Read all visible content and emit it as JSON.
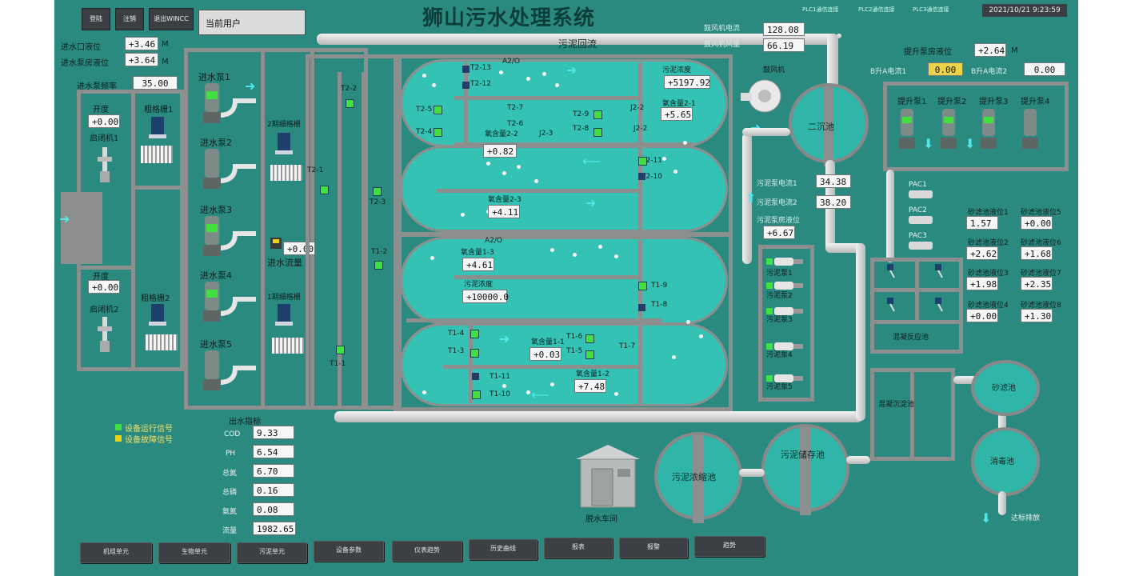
{
  "header": {
    "title": "狮山污水处理系统",
    "btn_login": "登陆",
    "btn_logout": "注销",
    "btn_exit": "退出WINCC",
    "user_label": "当前用户",
    "user_value": "",
    "plc1": "PLC1通信连接",
    "plc2": "PLC2通信连接",
    "plc3": "PLC3通信连接",
    "datetime": "2021/10/21 9:23:59"
  },
  "inlet": {
    "in_level_label": "进水口液位",
    "in_level": "+3.46",
    "pump_room_label": "进水泵房液位",
    "pump_room": "+3.64",
    "unit": "M",
    "freq_label": "进水泵频率",
    "freq": "35.00"
  },
  "gates": {
    "g1_state": "开度",
    "g1_value": "+0.00",
    "g1_name": "启闭机1",
    "g2_state": "开度",
    "g2_value": "+0.00",
    "g2_name": "启闭机2",
    "grid1": "粗格栅1",
    "grid2": "粗格栅2"
  },
  "pumps": {
    "p1": "进水泵1",
    "p2": "进水泵2",
    "p3": "进水泵3",
    "p4": "进水泵4",
    "p5": "进水泵5",
    "fine2": "2期细格栅",
    "fine1": "1期细格栅",
    "flow_value": "+0.00",
    "flow_label": "进水流量"
  },
  "bio": {
    "return_sludge": "污泥回流",
    "a2o_top": "A2/O",
    "a2o_mid": "A2/O",
    "t2_13": "T2-13",
    "t2_12": "T2-12",
    "t2_5": "T2-5",
    "t2_4": "T2-4",
    "t2_7": "T2-7",
    "t2_6": "T2-6",
    "t2_9": "T2-9",
    "t2_8": "T2-8",
    "t2_2": "T2-2",
    "t2_1": "T2-1",
    "t2_3": "T2-3",
    "t2_11": "T2-11",
    "t2_10": "T2-10",
    "j2_2": "J2-2",
    "j2_3": "J2-3",
    "sludge_conc2_label": "污泥浓度",
    "sludge_conc2": "+5197.92",
    "o2_21_label": "氧含量2-1",
    "o2_21": "+5.65",
    "o2_22_label": "氧含量2-2",
    "o2_22": "+0.82",
    "o2_23_label": "氧含量2-3",
    "o2_23": "+4.11",
    "t1_2": "T1-2",
    "t1_1": "T1-1",
    "t1_4": "T1-4",
    "t1_3": "T1-3",
    "t1_6": "T1-6",
    "t1_5": "T1-5",
    "t1_11": "T1-11",
    "t1_10": "T1-10",
    "t1_7": "T1-7",
    "t1_8": "T1-8",
    "t1_9": "T1-9",
    "o2_13_label": "氧含量1-3",
    "o2_13": "+4.61",
    "sludge_conc1_label": "污泥浓度",
    "sludge_conc1": "+10000.0",
    "o2_11_label": "氧含量1-1",
    "o2_11": "+0.03",
    "o2_12_label": "氧含量1-2",
    "o2_12": "+7.48"
  },
  "blower": {
    "current_label": "鼓风机电流",
    "current": "128.08",
    "air_label": "鼓风机风量",
    "air": "66.19",
    "name": "鼓风机"
  },
  "secondary": {
    "name": "二沉池",
    "sp1_label": "污泥泵电流1",
    "sp1": "34.38",
    "sp2_label": "污泥泵电流2",
    "sp2": "38.20",
    "room_label": "污泥泵房液位",
    "room": "+6.67",
    "s1": "污泥泵1",
    "s2": "污泥泵2",
    "s3": "污泥泵3",
    "s4": "污泥泵4",
    "s5": "污泥泵5"
  },
  "lift": {
    "level_label": "提升泵房液位",
    "level": "+2.64",
    "unit": "M",
    "b1_label": "B升A电流1",
    "b1": "0.00",
    "b2_label": "B升A电流2",
    "b2": "0.00",
    "p1": "提升泵1",
    "p2": "提升泵2",
    "p3": "提升泵3",
    "p4": "提升泵4"
  },
  "dosing": {
    "pac1": "PAC1",
    "pac2": "PAC2",
    "pac3": "PAC3",
    "coag": "混凝反应池",
    "sed": "混凝沉淀池",
    "sand": "砂滤池",
    "disinfect": "消毒池",
    "discharge": "达标排放"
  },
  "sandlevels": {
    "l1_label": "砂滤池液位1",
    "l1": "1.57",
    "l5_label": "砂滤池液位5",
    "l5": "+0.00",
    "l2_label": "砂滤池液位2",
    "l2": "+2.62",
    "l6_label": "砂滤池液位6",
    "l6": "+1.68",
    "l3_label": "砂滤池液位3",
    "l3": "+1.98",
    "l7_label": "砂滤池液位7",
    "l7": "+2.35",
    "l4_label": "砂滤池液位4",
    "l4": "+0.00",
    "l8_label": "砂滤池液位8",
    "l8": "+1.30"
  },
  "legend": {
    "run": "设备运行信号",
    "fault": "设备故障信号",
    "run_color": "#3fe03f",
    "fault_color": "#e8d21a"
  },
  "outlet": {
    "title": "出水指标",
    "cod_label": "COD",
    "cod": "9.33",
    "ph_label": "PH",
    "ph": "6.54",
    "tn_label": "总氮",
    "tn": "6.70",
    "tp_label": "总磷",
    "tp": "0.16",
    "nh_label": "氨氮",
    "nh": "0.08",
    "flow_label": "流量",
    "flow": "1982.65"
  },
  "sludge": {
    "thicken": "污泥浓缩池",
    "store": "污泥储存池",
    "dewater": "脱水车间"
  },
  "footer": {
    "b1": "机组单元",
    "b2": "生物单元",
    "b3": "污泥单元",
    "b4": "设备参数",
    "b5": "仪表趋势",
    "b6": "历史曲线",
    "b7": "报表",
    "b8": "报警",
    "b9": "趋势"
  },
  "colors": {
    "background": "#2b8a80",
    "tank": "#33c2b3",
    "wall": "#8c8f8e"
  }
}
